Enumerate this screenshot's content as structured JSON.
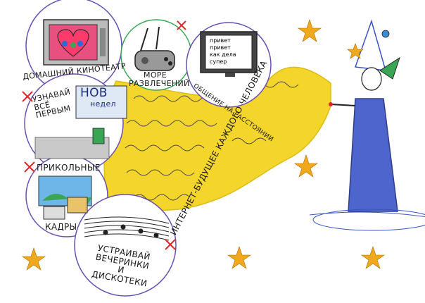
{
  "drawing": {
    "bubbles": {
      "home_theater": {
        "label": "ДОМАШНИЙ КИНОТЕАТР"
      },
      "entertainment": {
        "label": "МОРЕ РАЗВЛЕЧЕНИЙ"
      },
      "communication": {
        "label": "ОБЩЕНИЕ НА РАССТОЯНИИ",
        "screen_lines": [
          "привет",
          "привет",
          "как дела",
          "супер"
        ]
      },
      "news": {
        "label_lines": [
          "УЗНАВАЙ",
          "ВСЁ",
          "ПЕРВЫМ"
        ],
        "paper_lines": [
          "НОВ",
          "недел"
        ]
      },
      "photos": {
        "label_lines": [
          "ПРИКОЛЬНЫЕ",
          "КАДРЫ"
        ]
      },
      "parties": {
        "label_lines": [
          "УСТРАИВАЙ",
          "ВЕЧЕРИНКИ",
          "И",
          "ДИСКОТЕКИ"
        ]
      }
    },
    "slogan": "ИНТЕРНЕТ-БУДУЩЕЕ КАЖДОГО ЧЕЛОВЕКА"
  },
  "colors": {
    "stream_yellow": "#f2d21a",
    "star_orange": "#f0a91c",
    "wizard_blue": "#3a55c8",
    "bubble_outline_purple": "#6b4fb0",
    "bubble_outline_green": "#3aa655",
    "cross_red": "#e0262b"
  }
}
